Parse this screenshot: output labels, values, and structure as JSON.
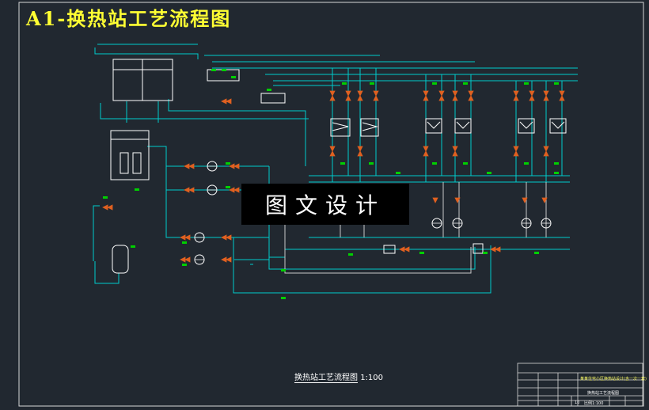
{
  "page": {
    "title": "A1-换热站工艺流程图",
    "watermark": "图文设计",
    "caption_main": "换热站工艺流程图",
    "caption_scale": "1:100"
  },
  "title_block": {
    "project": "某某住宅小区换热站设计(含一次一套)",
    "drawing_name": "换热站工艺流程图",
    "scale": "比例1:100",
    "sheet": "10"
  },
  "colors": {
    "background": "#212830",
    "pipe_supply": "#00cccc",
    "pipe_return": "#c8c8c8",
    "equipment": "#ffffff",
    "valve": "#e06020",
    "tag": "#00d000",
    "heading": "#ffff33"
  }
}
